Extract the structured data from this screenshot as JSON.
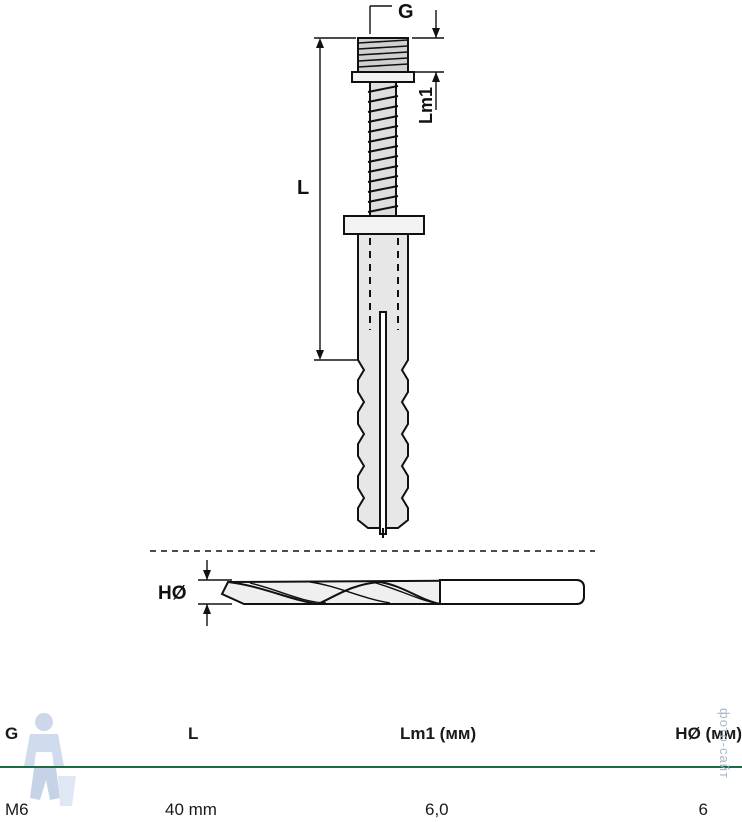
{
  "labels": {
    "G": "G",
    "L": "L",
    "Lm1": "Lm1",
    "H": "HØ"
  },
  "table": {
    "headers": [
      "G",
      "L",
      "Lm1 (мм)",
      "HØ (мм)"
    ],
    "rows": [
      [
        "M6",
        "40 mm",
        "6,0",
        "6"
      ]
    ]
  },
  "watermark": "фото-сайт",
  "colors": {
    "rule": "#1b6b45",
    "line": "#111111",
    "steel": "#d4d4d4"
  }
}
